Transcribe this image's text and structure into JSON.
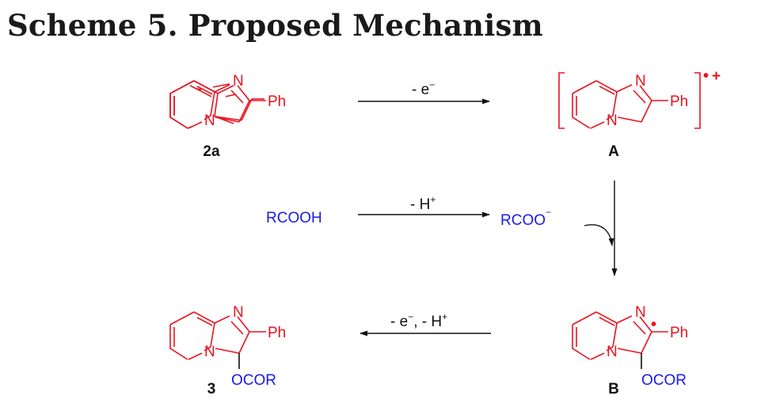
{
  "title": "Scheme 5. Proposed Mechanism",
  "atoms": {
    "n": "N",
    "ph": "Ph"
  },
  "substituent": "OCOR",
  "compounds": {
    "c2a": "2a",
    "cA": "A",
    "cB": "B",
    "c3": "3"
  },
  "radical_cation": {
    "dot": "•",
    "plus": "+"
  },
  "reagents": {
    "acid": "RCOOH",
    "carboxylate_text": "RCOO",
    "carboxylate_charge": "−"
  },
  "arrow_labels": {
    "step1": {
      "main": "- e",
      "sup": "−"
    },
    "step2": {
      "main": "- H",
      "sup": "+"
    },
    "step4": {
      "part1": "- e",
      "sup1": "−",
      "part2": ", - H",
      "sup2": "+"
    }
  },
  "colors": {
    "structure": "#e8141f",
    "reagent": "#1a1ae8",
    "text": "#111111"
  }
}
